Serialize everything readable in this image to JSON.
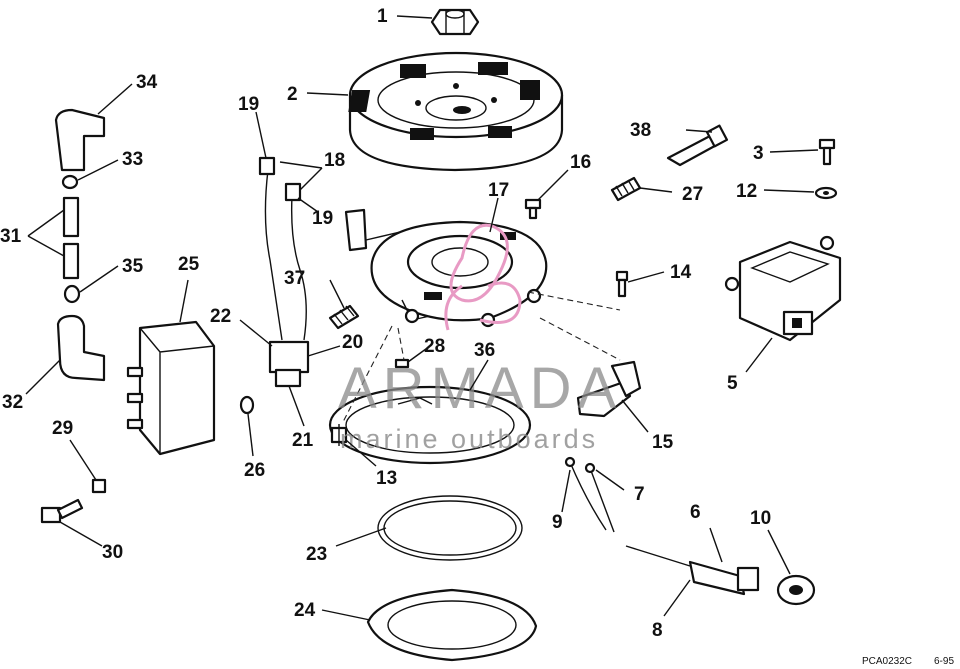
{
  "callouts": [
    {
      "id": "1",
      "label": "1"
    },
    {
      "id": "2",
      "label": "2"
    },
    {
      "id": "3",
      "label": "3"
    },
    {
      "id": "5",
      "label": "5"
    },
    {
      "id": "6",
      "label": "6"
    },
    {
      "id": "7",
      "label": "7"
    },
    {
      "id": "8",
      "label": "8"
    },
    {
      "id": "9",
      "label": "9"
    },
    {
      "id": "10",
      "label": "10"
    },
    {
      "id": "12",
      "label": "12"
    },
    {
      "id": "13",
      "label": "13"
    },
    {
      "id": "14",
      "label": "14"
    },
    {
      "id": "15",
      "label": "15"
    },
    {
      "id": "16",
      "label": "16"
    },
    {
      "id": "17",
      "label": "17"
    },
    {
      "id": "18",
      "label": "18"
    },
    {
      "id": "19a",
      "label": "19"
    },
    {
      "id": "19b",
      "label": "19"
    },
    {
      "id": "20",
      "label": "20"
    },
    {
      "id": "21",
      "label": "21"
    },
    {
      "id": "22",
      "label": "22"
    },
    {
      "id": "23",
      "label": "23"
    },
    {
      "id": "24",
      "label": "24"
    },
    {
      "id": "25",
      "label": "25"
    },
    {
      "id": "26",
      "label": "26"
    },
    {
      "id": "27",
      "label": "27"
    },
    {
      "id": "28",
      "label": "28"
    },
    {
      "id": "29",
      "label": "29"
    },
    {
      "id": "30",
      "label": "30"
    },
    {
      "id": "31",
      "label": "31"
    },
    {
      "id": "32",
      "label": "32"
    },
    {
      "id": "33",
      "label": "33"
    },
    {
      "id": "34",
      "label": "34"
    },
    {
      "id": "35",
      "label": "35"
    },
    {
      "id": "36",
      "label": "36"
    },
    {
      "id": "37",
      "label": "37"
    },
    {
      "id": "38",
      "label": "38"
    }
  ],
  "watermark": {
    "title": "ARMADA",
    "subtitle": "marine outboards",
    "logo_color": "#e89ac4"
  },
  "footer": {
    "code": "PCA0232C",
    "date": "6-95"
  }
}
